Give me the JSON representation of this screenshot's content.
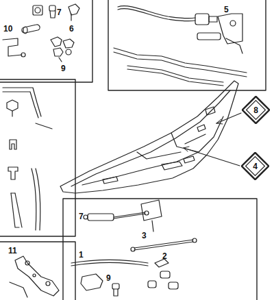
{
  "diagram": {
    "nodes": [
      {
        "text": [
          "8"
        ]
      },
      {
        "text": [
          "4"
        ]
      }
    ],
    "labels": [
      "10",
      "7",
      "6",
      "9",
      "5",
      "7",
      "3",
      "1",
      "9",
      "2",
      "11"
    ]
  }
}
